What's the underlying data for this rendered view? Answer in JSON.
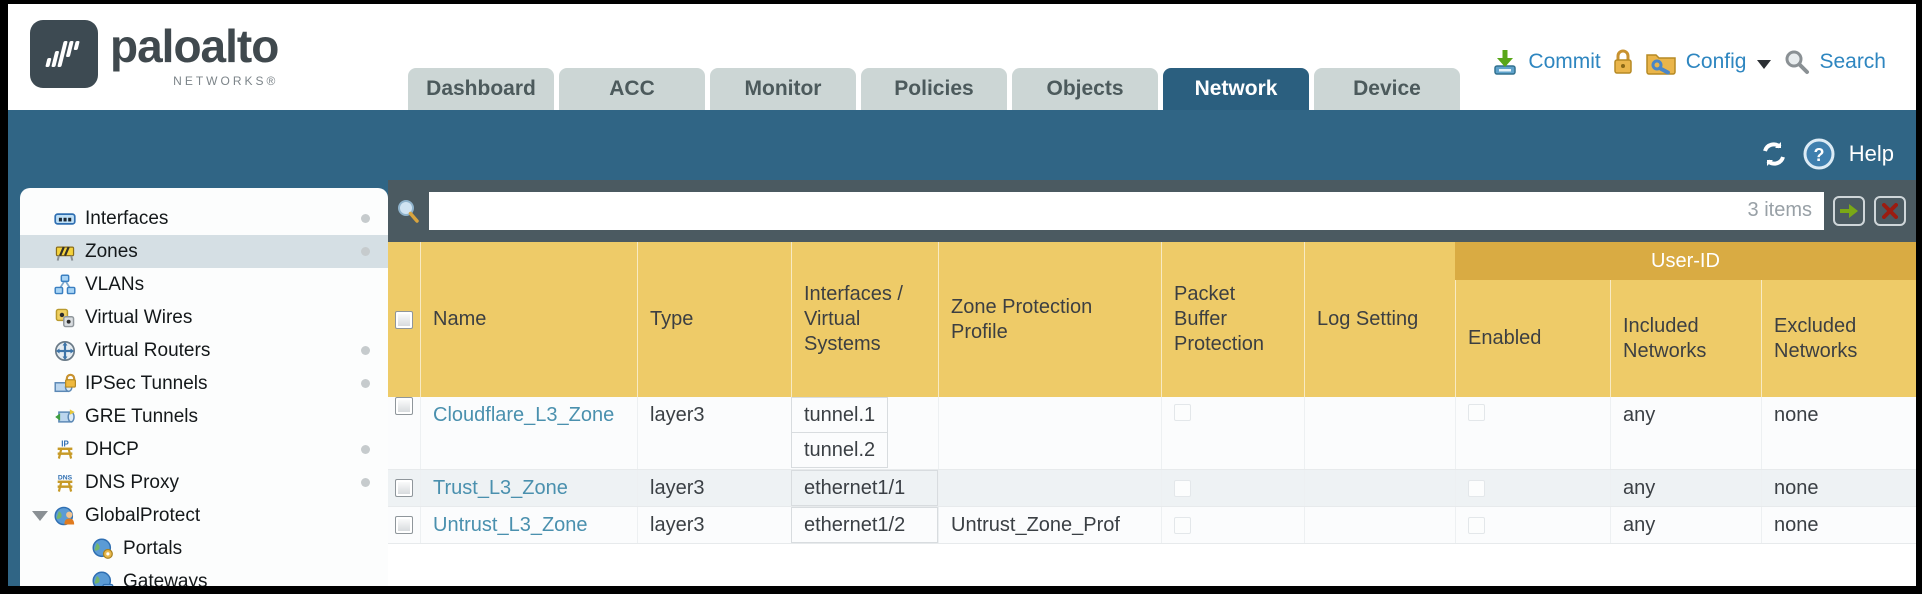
{
  "header": {
    "brand": "paloalto",
    "brand_sub": "NETWORKS®",
    "tabs": [
      {
        "label": "Dashboard",
        "active": false
      },
      {
        "label": "ACC",
        "active": false
      },
      {
        "label": "Monitor",
        "active": false
      },
      {
        "label": "Policies",
        "active": false
      },
      {
        "label": "Objects",
        "active": false
      },
      {
        "label": "Network",
        "active": true
      },
      {
        "label": "Device",
        "active": false
      }
    ],
    "actions": {
      "commit": "Commit",
      "config": "Config",
      "search": "Search"
    }
  },
  "band": {
    "help": "Help"
  },
  "sidebar": {
    "items": [
      {
        "label": "Interfaces",
        "icon": "interfaces-icon",
        "dot": true,
        "selected": false
      },
      {
        "label": "Zones",
        "icon": "zones-icon",
        "dot": true,
        "selected": true
      },
      {
        "label": "VLANs",
        "icon": "vlans-icon",
        "dot": false
      },
      {
        "label": "Virtual Wires",
        "icon": "virtual-wires-icon",
        "dot": false
      },
      {
        "label": "Virtual Routers",
        "icon": "virtual-routers-icon",
        "dot": true
      },
      {
        "label": "IPSec Tunnels",
        "icon": "ipsec-tunnels-icon",
        "dot": true
      },
      {
        "label": "GRE Tunnels",
        "icon": "gre-tunnels-icon",
        "dot": false
      },
      {
        "label": "DHCP",
        "icon": "dhcp-icon",
        "dot": true
      },
      {
        "label": "DNS Proxy",
        "icon": "dns-proxy-icon",
        "dot": true
      },
      {
        "label": "GlobalProtect",
        "icon": "globalprotect-icon",
        "dot": false,
        "expanded": true
      },
      {
        "label": "Portals",
        "icon": "portals-icon",
        "dot": false,
        "indent": 1
      },
      {
        "label": "Gateways",
        "icon": "gateways-icon",
        "dot": false,
        "indent": 1
      }
    ]
  },
  "filterbar": {
    "count": "3 items"
  },
  "table": {
    "group": "User-ID",
    "columns": [
      "Name",
      "Type",
      "Interfaces / Virtual Systems",
      "Zone Protection Profile",
      "Packet Buffer Protection",
      "Log Setting",
      "Enabled",
      "Included Networks",
      "Excluded Networks"
    ],
    "rows": [
      {
        "name": "Cloudflare_L3_Zone",
        "type": "layer3",
        "interfaces": [
          "tunnel.1",
          "tunnel.2"
        ],
        "zone_protection_profile": "",
        "packet_buffer_protection": false,
        "log_setting": "",
        "user_id_enabled": false,
        "included_networks": "any",
        "excluded_networks": "none"
      },
      {
        "name": "Trust_L3_Zone",
        "type": "layer3",
        "interfaces": [
          "ethernet1/1"
        ],
        "zone_protection_profile": "",
        "packet_buffer_protection": false,
        "log_setting": "",
        "user_id_enabled": false,
        "included_networks": "any",
        "excluded_networks": "none"
      },
      {
        "name": "Untrust_L3_Zone",
        "type": "layer3",
        "interfaces": [
          "ethernet1/2"
        ],
        "zone_protection_profile": "Untrust_Zone_Prof",
        "packet_buffer_protection": false,
        "log_setting": "",
        "user_id_enabled": false,
        "included_networks": "any",
        "excluded_networks": "none"
      }
    ]
  },
  "colors": {
    "teal_band": "#306585",
    "active_tab": "#2b5f7f",
    "tab_inactive": "#ccd6d5",
    "header_amber": "#eecb68",
    "userid_amber": "#d9ab43",
    "slate_toolbar": "#4b5a61",
    "link_blue": "#2e86c0",
    "zone_link_blue": "#4a90ae",
    "selected_row": "#d5dfe4"
  }
}
